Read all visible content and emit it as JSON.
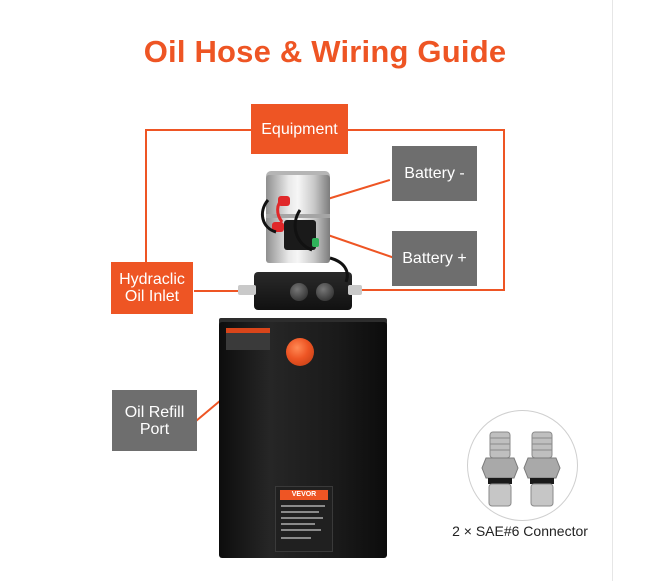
{
  "title": "Oil Hose & Wiring Guide",
  "labels": {
    "equipment": "Equipment",
    "battery_neg": "Battery -",
    "battery_pos": "Battery +",
    "hydraulic_inlet_line1": "Hydraclic",
    "hydraulic_inlet_line2": "Oil Inlet",
    "oil_refill_line1": "Oil Refill",
    "oil_refill_line2": "Port"
  },
  "tank_brand": "VEVOR",
  "connector_caption": "2 × SAE#6 Connector",
  "colors": {
    "accent": "#ee5524",
    "gray_box": "#6e6e6e",
    "tank": "#1a1a1a"
  }
}
